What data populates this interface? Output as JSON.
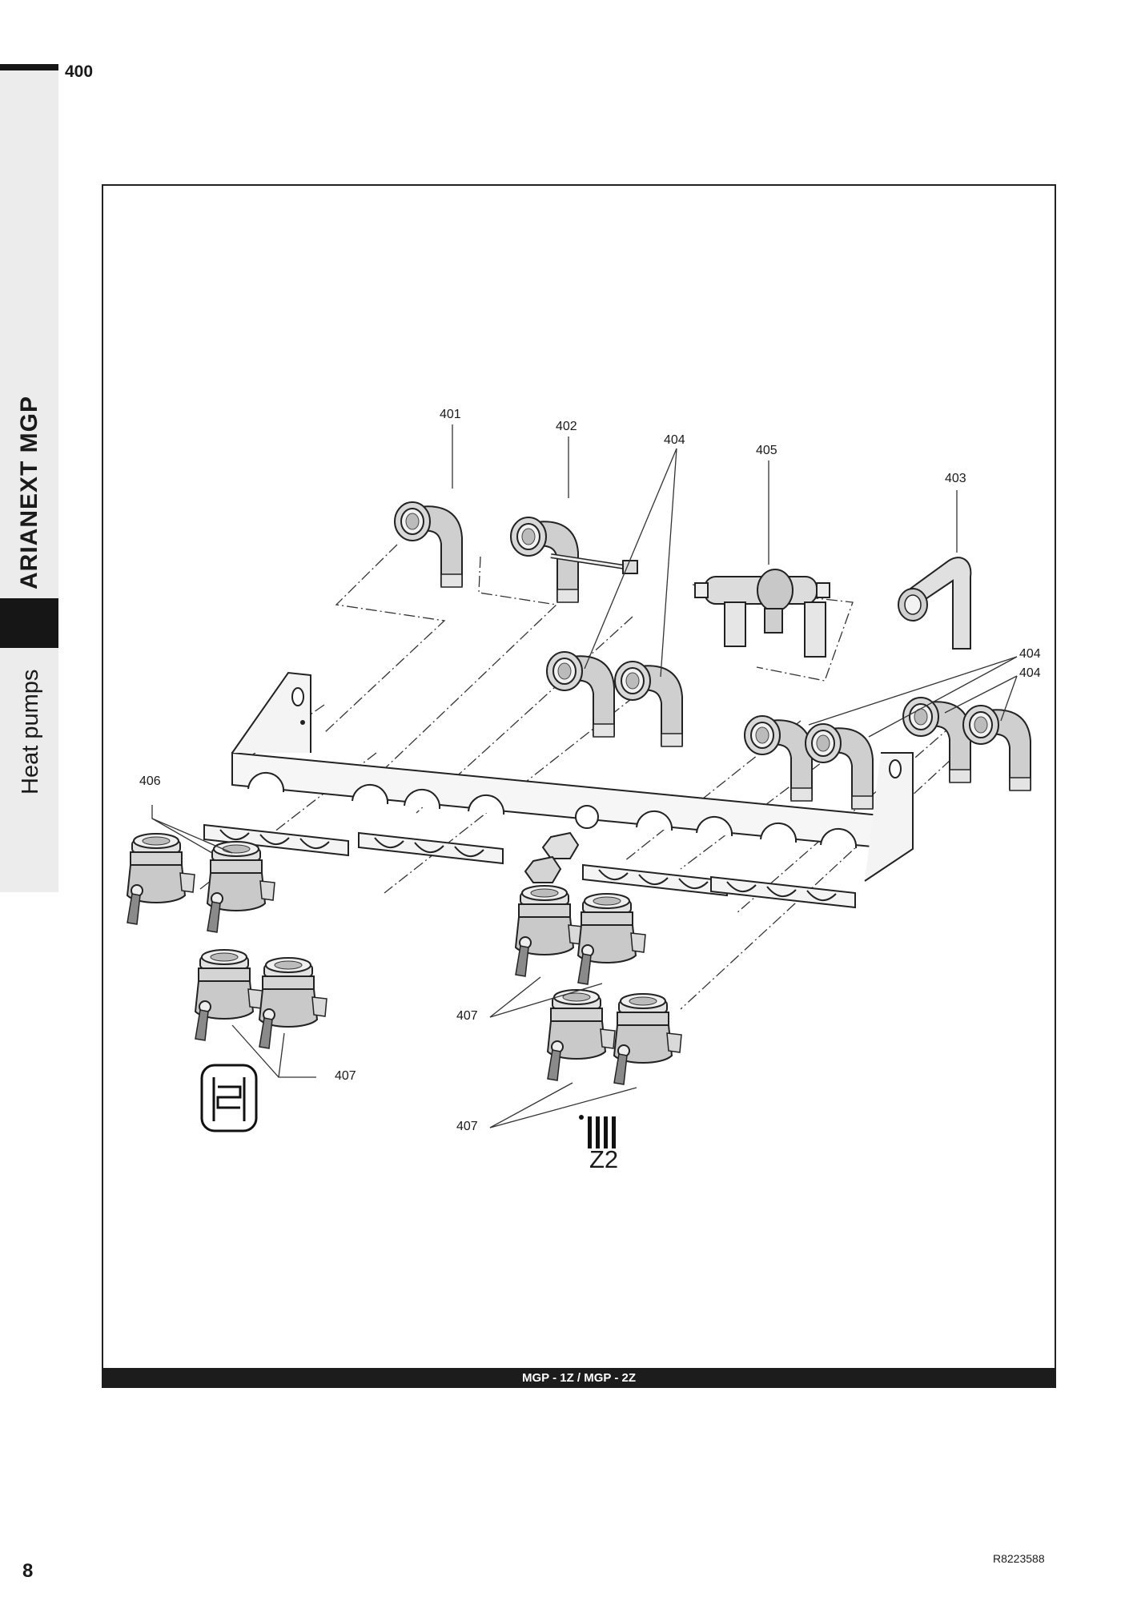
{
  "section": {
    "number": "400"
  },
  "sidebar": {
    "product_title": "ARIANEXT MGP",
    "category": "Heat pumps"
  },
  "figure": {
    "caption": "MGP - 1Z / MGP - 2Z",
    "callouts": {
      "c401": "401",
      "c402": "402",
      "c404_top": "404",
      "c405": "405",
      "c403": "403",
      "c404_right_1": "404",
      "c404_right_2": "404",
      "c406": "406",
      "c407_mid": "407",
      "c407_left": "407",
      "c407_bottom": "407"
    },
    "zone_label": "Z2",
    "icons": [
      "hot-water-tank-icon",
      "radiator-icon"
    ]
  },
  "footer": {
    "page_number": "8",
    "document_ref": "R8223588"
  }
}
